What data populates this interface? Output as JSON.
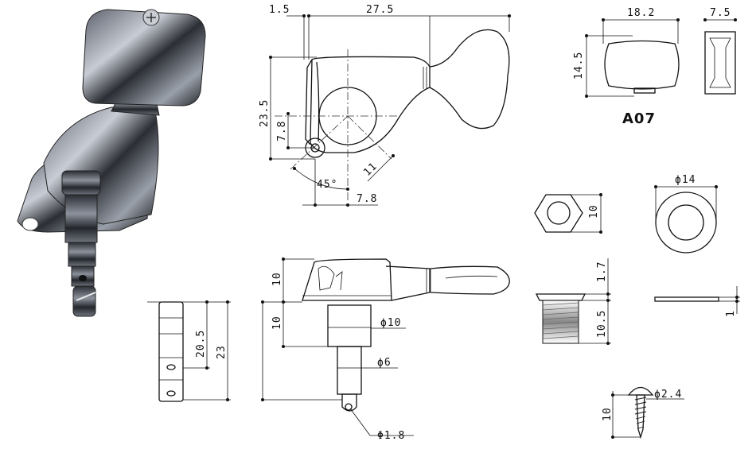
{
  "diagram": {
    "model_label": "A07",
    "side_view": {
      "width_offset": "1.5",
      "overall_length": "27.5",
      "height": "23.5",
      "post_height": "7.8",
      "angle": "45°",
      "post_radius": "11",
      "hole_offset": "7.8"
    },
    "button_view": {
      "width": "18.2",
      "height": "14.5",
      "thickness": "7.5"
    },
    "front_view": {
      "housing_height": "10",
      "lower_height": "10",
      "bushing_dia": "ϕ10",
      "post_dia": "ϕ6",
      "hole_dia": "Φ1.8"
    },
    "post_view": {
      "hole_height": "20.5",
      "post_length": "23"
    },
    "hex_nut": {
      "size": "10"
    },
    "washer": {
      "dia": "ϕ14",
      "thickness": "1"
    },
    "bushing": {
      "flange": "1.7",
      "thread_length": "10.5"
    },
    "screw": {
      "head_dia": "ϕ2.4",
      "length": "10"
    }
  }
}
